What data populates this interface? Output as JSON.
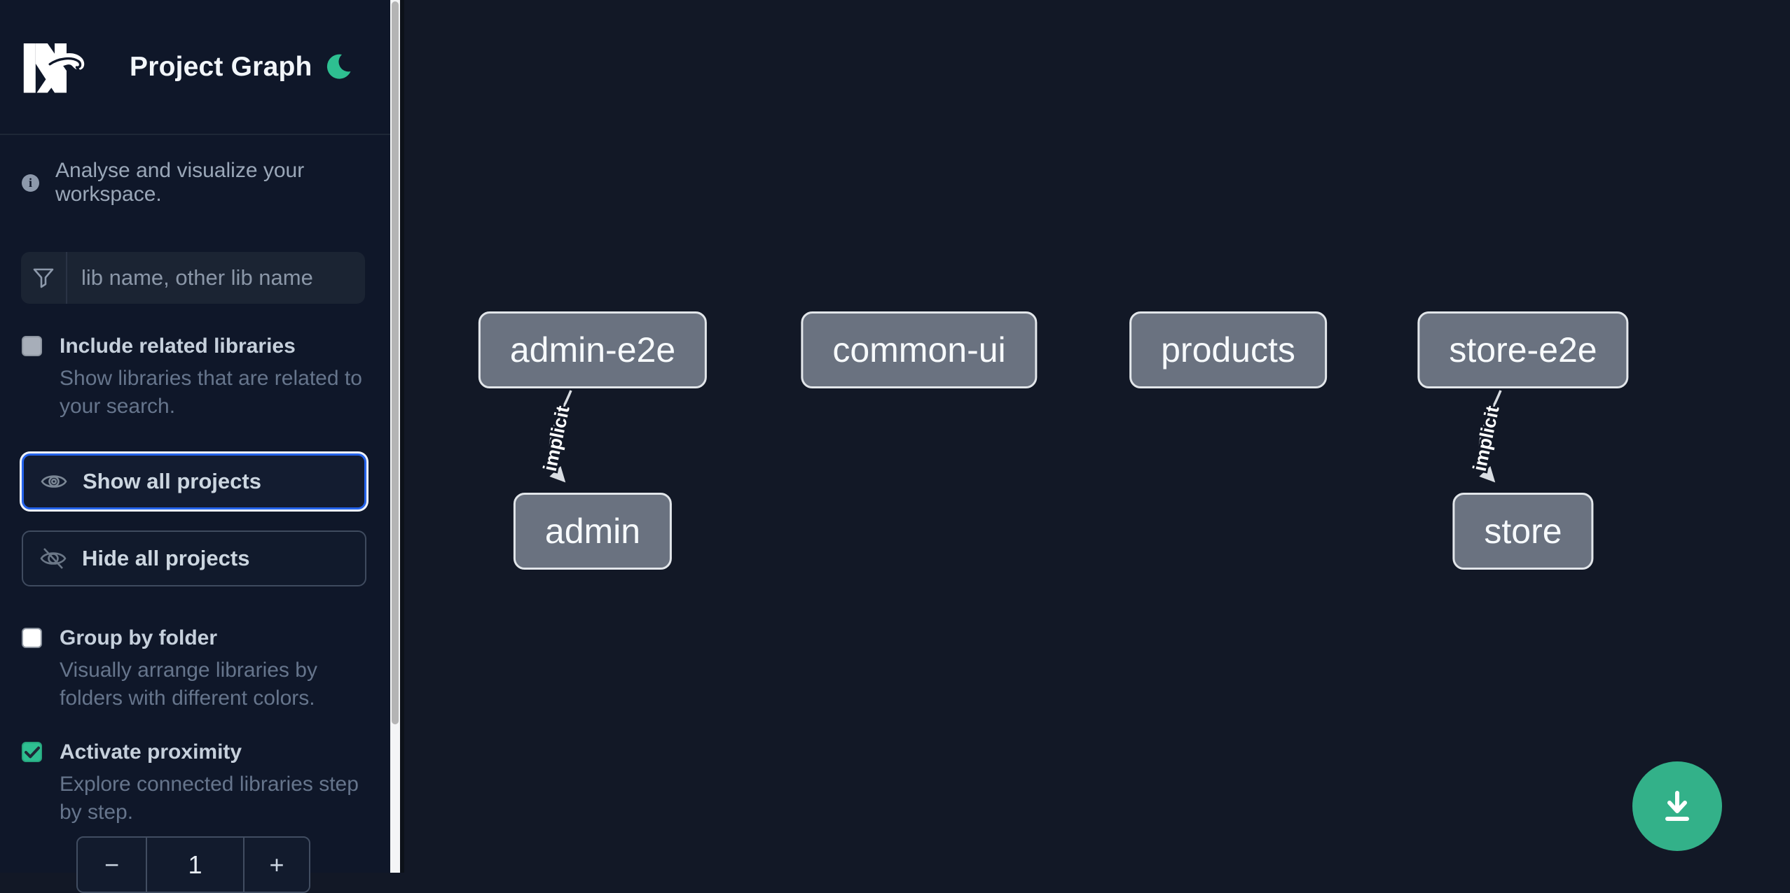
{
  "header": {
    "title": "Project Graph",
    "logo_name": "nx-logo",
    "theme_icon": "moon-icon"
  },
  "intro": {
    "text": "Analyse and visualize your workspace.",
    "icon": "info-icon"
  },
  "search": {
    "placeholder": "lib name, other lib name",
    "value": "",
    "icon": "funnel-icon"
  },
  "options": {
    "include_related": {
      "label": "Include related libraries",
      "description": "Show libraries that are related to\nyour search.",
      "checked": false
    },
    "group_by_folder": {
      "label": "Group by folder",
      "description": "Visually arrange libraries by\nfolders with different colors.",
      "checked": false
    },
    "activate_proximity": {
      "label": "Activate proximity",
      "description": "Explore connected libraries step\nby step.",
      "checked": true
    }
  },
  "actions": {
    "show_all": "Show all projects",
    "show_icon": "eye-icon",
    "hide_all": "Hide all projects",
    "hide_icon": "eye-off-icon"
  },
  "proximity_stepper": {
    "decrement": "−",
    "value": "1",
    "increment": "+"
  },
  "graph": {
    "nodes": [
      {
        "label": "admin-e2e"
      },
      {
        "label": "common-ui"
      },
      {
        "label": "products"
      },
      {
        "label": "store-e2e"
      },
      {
        "label": "admin"
      },
      {
        "label": "store"
      }
    ],
    "edges": [
      {
        "from": "admin-e2e",
        "to": "admin",
        "label": "implicit"
      },
      {
        "from": "store-e2e",
        "to": "store",
        "label": "implicit"
      }
    ]
  },
  "fab": {
    "icon": "download-icon"
  },
  "colors": {
    "accent_green": "#2ebf91",
    "focus_blue": "#2563eb",
    "node_fill": "#6a7280",
    "node_border": "#e2e6ea",
    "edge": "#d9dde2",
    "fab_green": "#33b189",
    "sidebar_bg": "#0f1729",
    "canvas_bg": "#121826"
  }
}
